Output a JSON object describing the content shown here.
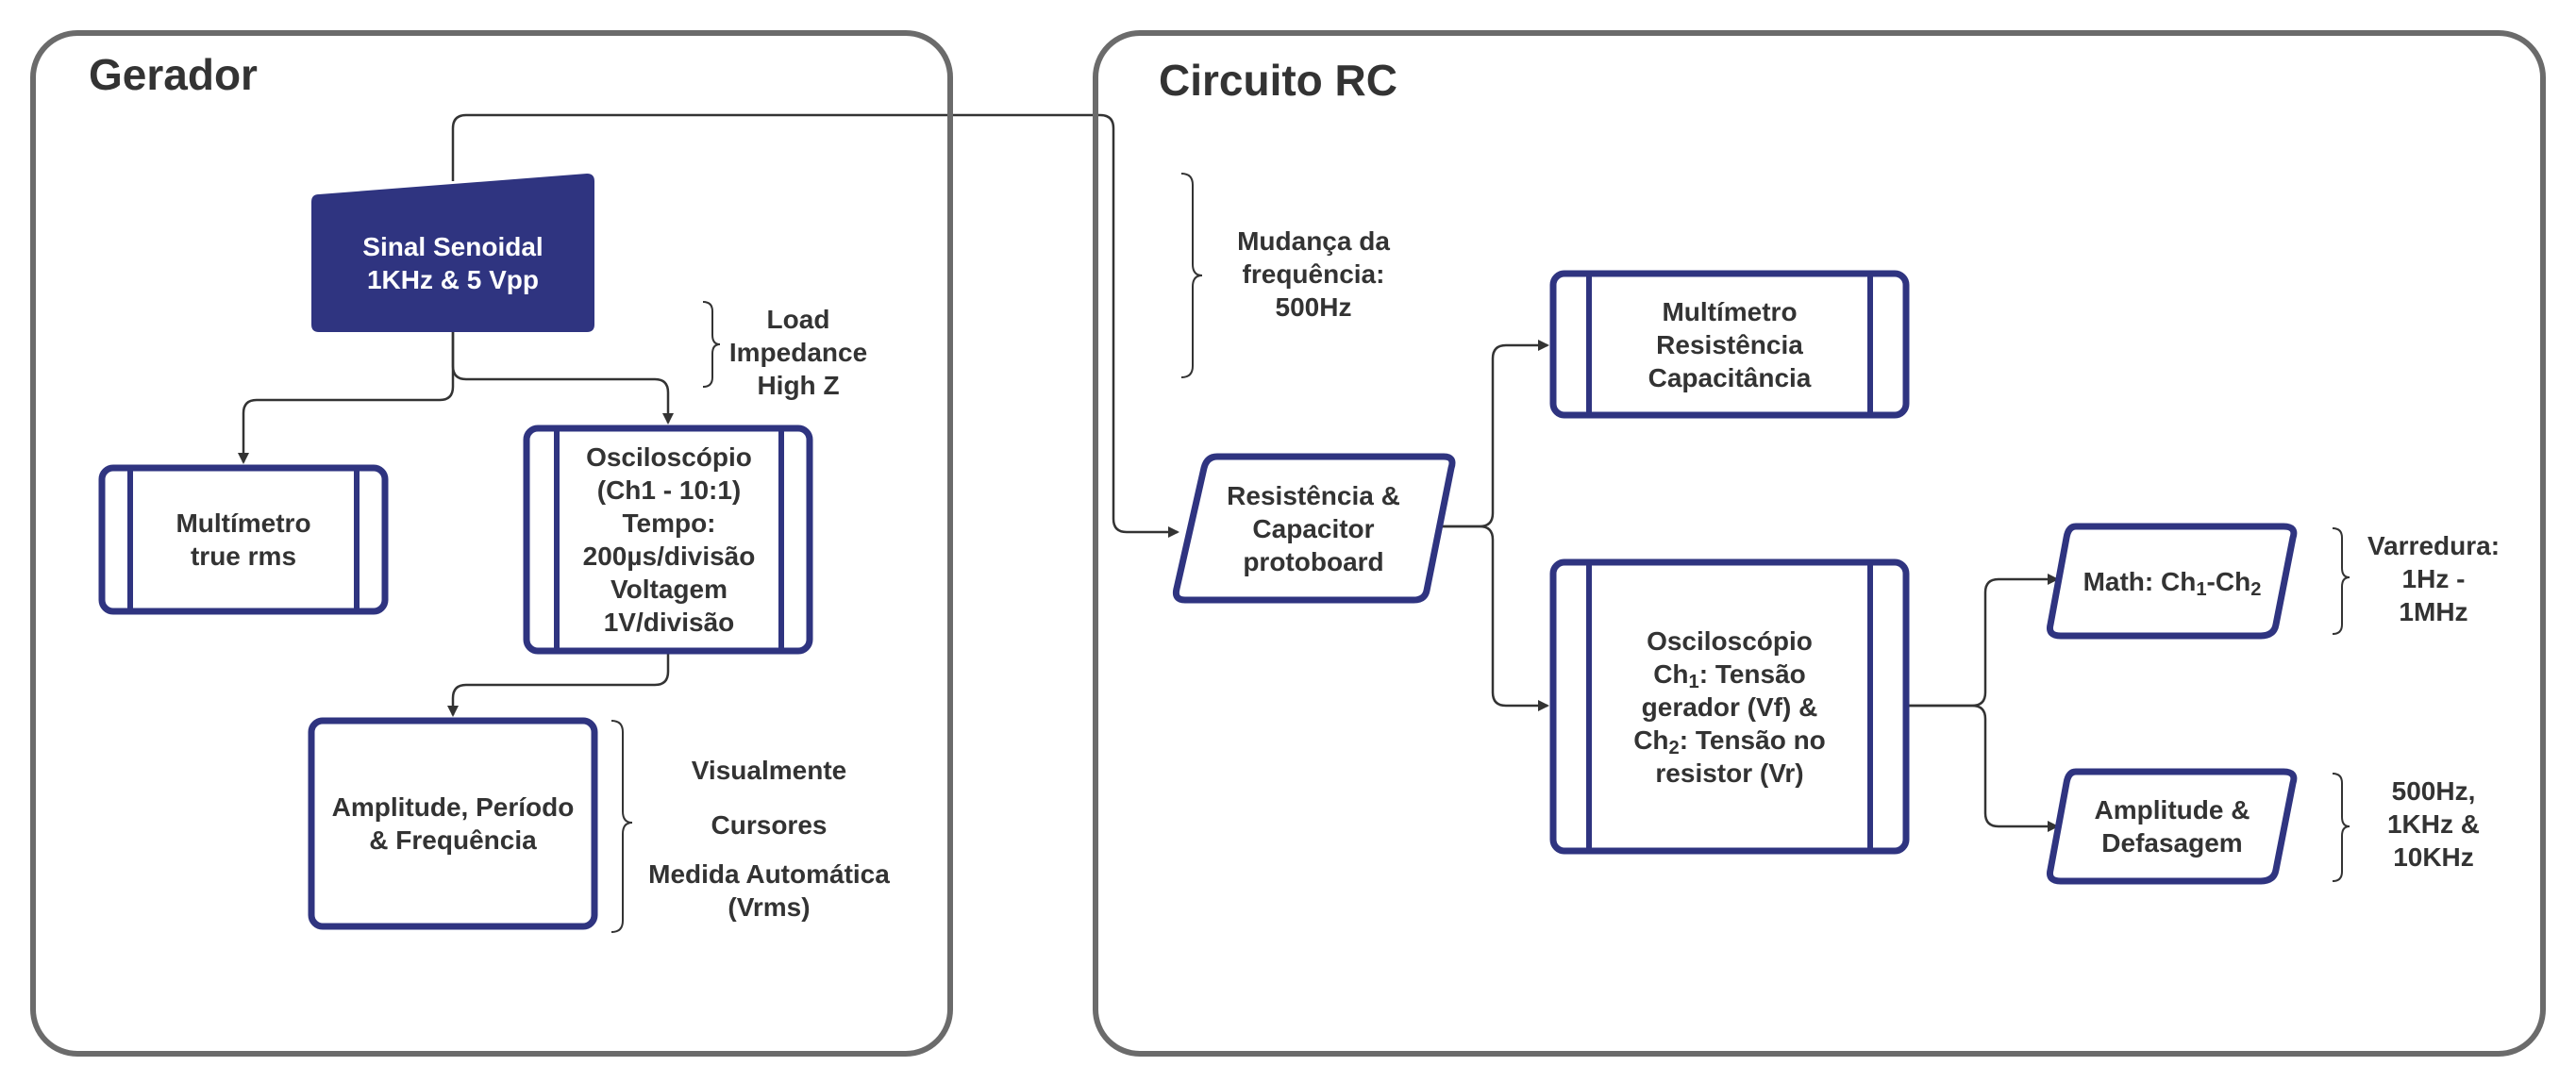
{
  "colors": {
    "accent": "#2f3480",
    "container_border": "#6b6b6b",
    "connector": "#333333",
    "text": "#333333"
  },
  "gerador": {
    "title": "Gerador",
    "signal": {
      "line1": "Sinal Senoidal",
      "line2": "1KHz & 5 Vpp"
    },
    "load_note": [
      "Load",
      "Impedance",
      "High Z"
    ],
    "multimetro": [
      "Multímetro",
      "true rms"
    ],
    "osciloscopio": [
      "Osciloscópio",
      "(Ch1 - 10:1)",
      "Tempo:",
      "200µs/divisão",
      "Voltagem",
      "1V/divisão"
    ],
    "medidas": [
      "Amplitude, Período",
      "& Frequência"
    ],
    "metodos": {
      "visual": "Visualmente",
      "cursores": "Cursores",
      "auto": [
        "Medida Automática",
        "(Vrms)"
      ]
    }
  },
  "circuito": {
    "title": "Circuito RC",
    "mudanca": [
      "Mudança da",
      "frequência:",
      "500Hz"
    ],
    "rc": [
      "Resistência &",
      "Capacitor",
      "protoboard"
    ],
    "multimetro": [
      "Multímetro",
      "Resistência",
      "Capacitância"
    ],
    "osciloscopio": {
      "l1": "Osciloscópio",
      "ch1": "Ch",
      "sub1": "1",
      "l2": ": Tensão",
      "l3": "gerador (Vf) &",
      "ch2": "Ch",
      "sub2": "2",
      "l4": ": Tensão no",
      "l5": "resistor (Vr)"
    },
    "math": {
      "prefix": "Math: Ch",
      "sub1": "1",
      "mid": "-Ch",
      "sub2": "2"
    },
    "varredura": [
      "Varredura:",
      "1Hz -",
      "1MHz"
    ],
    "amplitude": [
      "Amplitude &",
      "Defasagem"
    ],
    "freqs": [
      "500Hz,",
      "1KHz &",
      "10KHz"
    ]
  }
}
